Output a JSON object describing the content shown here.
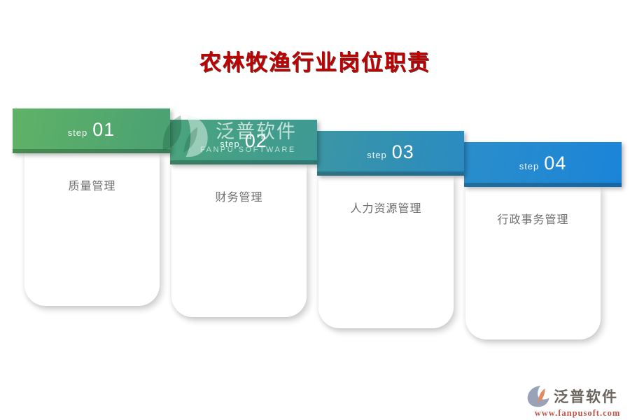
{
  "page": {
    "title": "农林牧渔行业岗位职责",
    "title_color": "#c00000",
    "background": "#ffffff"
  },
  "steps": [
    {
      "label": "step",
      "number": "01",
      "name": "质量管理",
      "color_start": "#5fb266",
      "color_end": "#4aa173"
    },
    {
      "label": "step",
      "number": "02",
      "name": "财务管理",
      "color_start": "#4ba47c",
      "color_end": "#3d9995"
    },
    {
      "label": "step",
      "number": "03",
      "name": "人力资源管理",
      "color_start": "#3b96a4",
      "color_end": "#2a8bc2"
    },
    {
      "label": "step",
      "number": "04",
      "name": "行政事务管理",
      "color_start": "#2a8ecb",
      "color_end": "#1c84d8"
    }
  ],
  "watermark": {
    "brand": "泛普软件",
    "brand_en": "FANPU SOFTWARE"
  },
  "footer": {
    "brand": "泛普软件",
    "url": "www.fanpusoft.com",
    "url_color": "#c05548",
    "icon_main_color": "#9aa3b5",
    "icon_leaf_color": "#e08a66"
  }
}
